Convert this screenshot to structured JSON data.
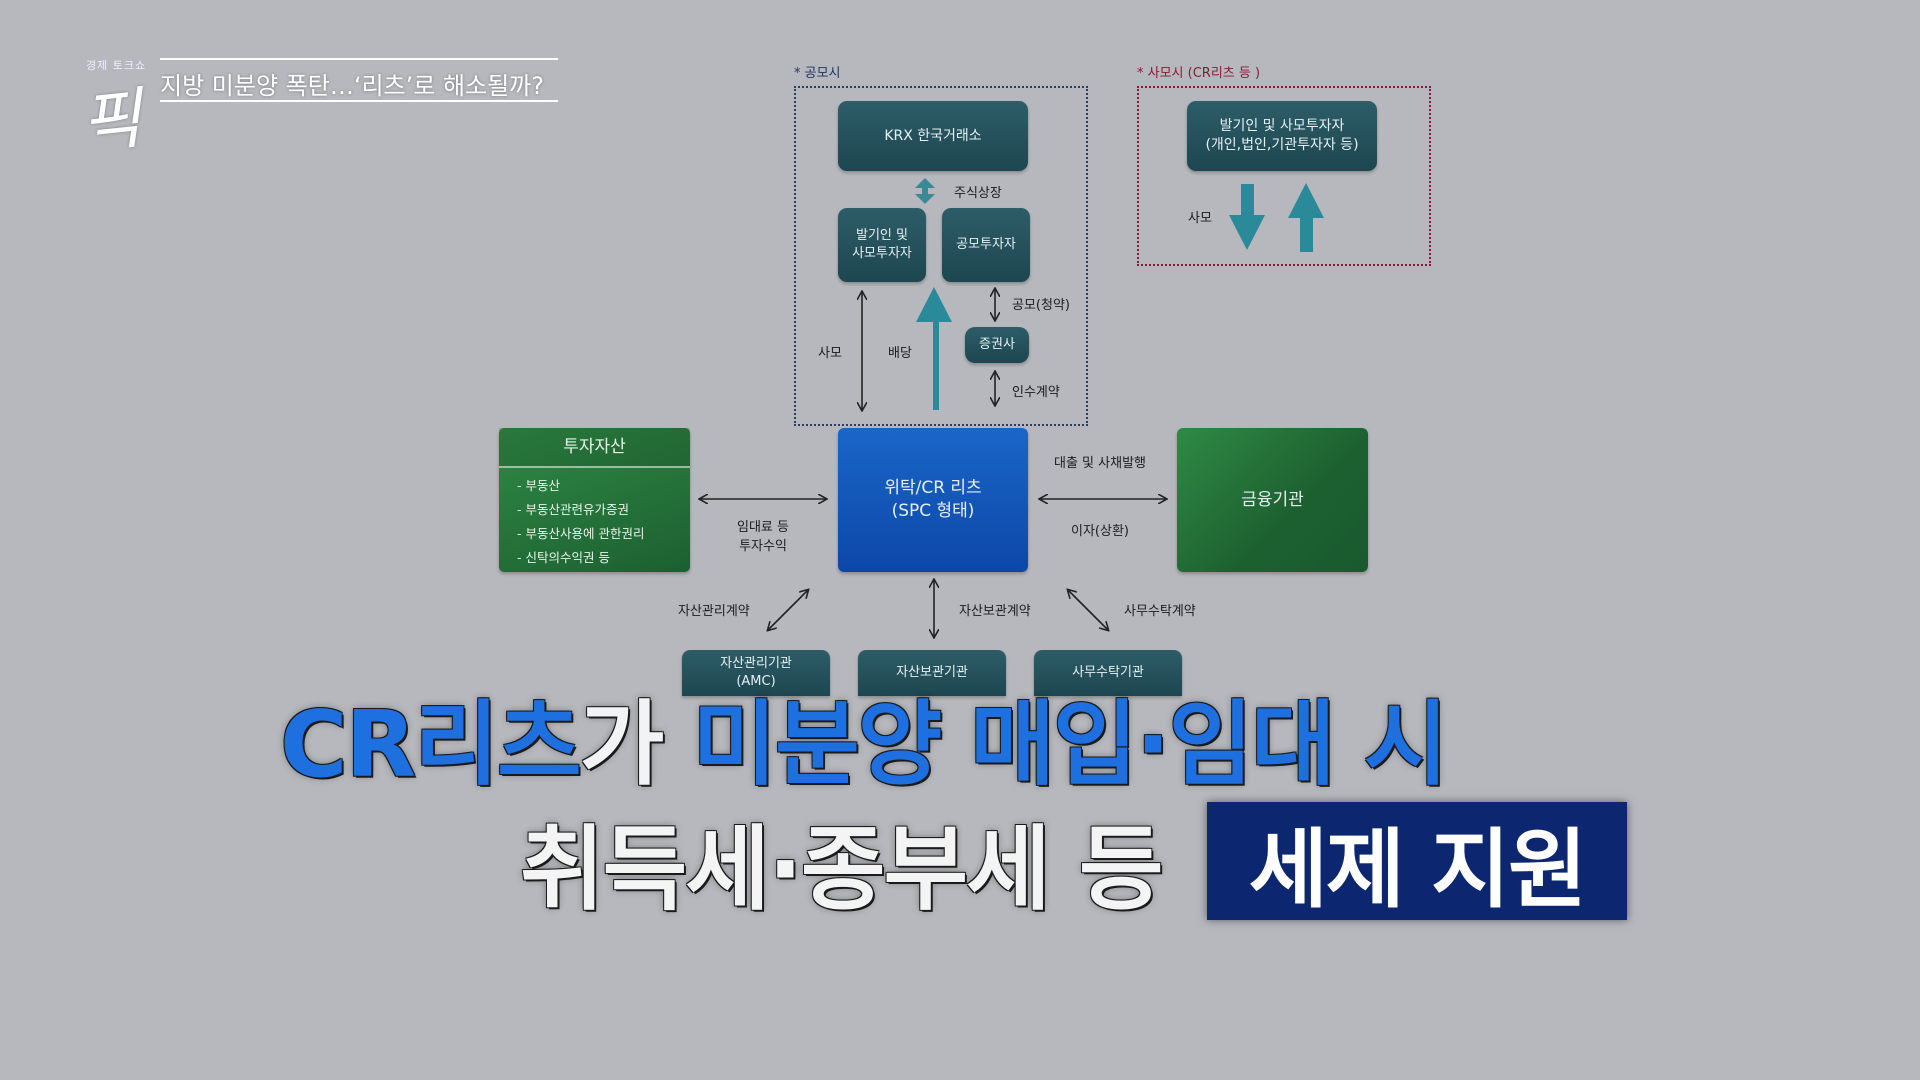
{
  "header": {
    "logo_small": "경제 토크쇼",
    "logo_big": "픽",
    "headline": "지방 미분양 폭탄…‘리츠’로 해소될까?"
  },
  "diagram": {
    "public_frame_label": "* 공모시",
    "private_frame_label": "* 사모시 (CR리츠 등 )",
    "krx": "KRX 한국거래소",
    "listing": "주식상장",
    "promoter_private": "발기인 및\n사모투자자",
    "public_investor": "공모투자자",
    "public_offering": "공모(청약)",
    "securities": "증권사",
    "underwriting": "인수계약",
    "private_left": "사모",
    "dividend": "배당",
    "private_box": "발기인 및 사모투자자\n(개인,법인,기관투자자 등)",
    "private_right": "사모",
    "reit": "위탁/CR 리츠\n(SPC 형태)",
    "assets_title": "투자자산",
    "assets_items": [
      "- 부동산",
      "- 부동산관련유가증권",
      "- 부동산사용에 관한권리",
      "- 신탁의수익권 등"
    ],
    "rent_income": "임대료 등\n투자수익",
    "loan": "대출 및 사채발행",
    "interest": "이자(상환)",
    "finance": "금융기관",
    "amc_contract": "자산관리계약",
    "custody_contract": "자산보관계약",
    "admin_contract": "사무수탁계약",
    "amc": "자산관리기관\n(AMC)",
    "custodian": "자산보관기관",
    "admin": "사무수탁기관"
  },
  "caption": {
    "line1_a": "CR리츠",
    "line1_b": "가 ",
    "line1_c": "미분양 매입·임대 시",
    "line2": "취득세·종부세 등",
    "line2_box": "세제 지원"
  },
  "colors": {
    "teal_box": "#1d4650",
    "reit_blue": "#0c47a8",
    "green_box": "#1d6030",
    "arrow_teal": "#2a8a9a",
    "caption_blue": "#1e6fe0",
    "caption_box": "#0c2670",
    "dotted_frame_red": "#8a1a34"
  }
}
